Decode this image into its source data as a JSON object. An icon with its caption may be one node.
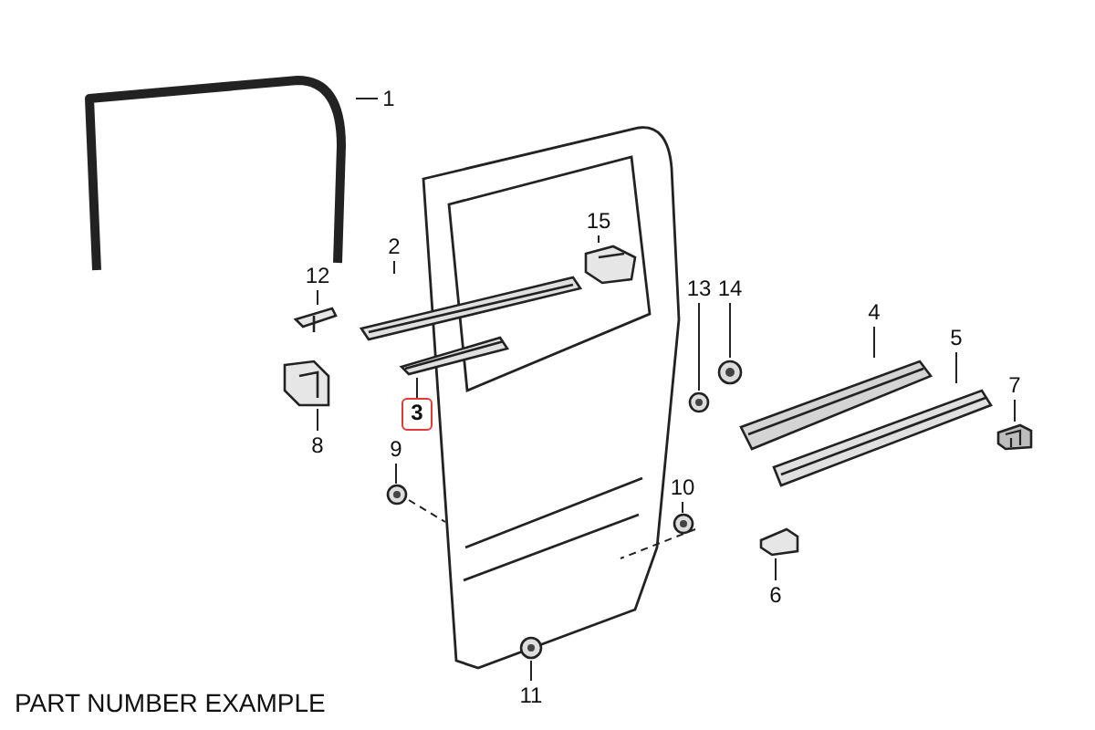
{
  "diagram": {
    "nodes": [
      {
        "text": [
          "1"
        ]
      },
      {
        "text": [
          "2"
        ]
      },
      {
        "text": [
          "3"
        ]
      },
      {
        "text": [
          "4"
        ]
      },
      {
        "text": [
          "5"
        ]
      },
      {
        "text": [
          "6"
        ]
      },
      {
        "text": [
          "7"
        ]
      },
      {
        "text": [
          "8"
        ]
      },
      {
        "text": [
          "9"
        ]
      },
      {
        "text": [
          "10"
        ]
      },
      {
        "text": [
          "11"
        ]
      },
      {
        "text": [
          "12"
        ]
      },
      {
        "text": [
          "13"
        ]
      },
      {
        "text": [
          "14"
        ]
      },
      {
        "text": [
          "15"
        ]
      },
      {
        "text": [],
        "shape": "picture"
      },
      {
        "text": [],
        "shape": "picture"
      },
      {
        "text": [],
        "shape": "picture"
      },
      {
        "text": [],
        "shape": "picture"
      },
      {
        "text": [],
        "shape": "picture"
      },
      {
        "text": [],
        "shape": "picture"
      },
      {
        "text": [],
        "shape": "picture"
      },
      {
        "text": [],
        "shape": "picture"
      },
      {
        "text": [],
        "shape": "picture"
      },
      {
        "text": [],
        "shape": "picture"
      },
      {
        "text": [],
        "shape": "picture"
      },
      {
        "text": [],
        "shape": "picture"
      },
      {
        "text": [],
        "shape": "picture"
      },
      {
        "text": [],
        "shape": "picture"
      },
      {
        "text": [],
        "shape": "picture"
      }
    ],
    "edges": [
      {
        "from": 0,
        "to": 15,
        "arrow": "none"
      },
      {
        "from": 1,
        "to": 18,
        "arrow": "none"
      },
      {
        "from": 2,
        "to": 19,
        "arrow": "none"
      },
      {
        "from": 3,
        "to": 24,
        "arrow": "none"
      },
      {
        "from": 4,
        "to": 28,
        "arrow": "none"
      },
      {
        "from": 5,
        "to": 27,
        "arrow": "none"
      },
      {
        "from": 6,
        "to": 29,
        "arrow": "none"
      },
      {
        "from": 7,
        "to": 16,
        "arrow": "none"
      },
      {
        "from": 8,
        "to": 20,
        "arrow": "none"
      },
      {
        "from": 9,
        "to": 23,
        "arrow": "none"
      },
      {
        "from": 10,
        "to": 21,
        "arrow": "none"
      },
      {
        "from": 11,
        "to": 17,
        "arrow": "none"
      },
      {
        "from": 12,
        "to": 25,
        "arrow": "none"
      },
      {
        "from": 13,
        "to": 26,
        "arrow": "none"
      },
      {
        "from": 14,
        "to": 22,
        "arrow": "none"
      }
    ],
    "labels": [
      "PART NUMBER EXAMPLE"
    ]
  }
}
